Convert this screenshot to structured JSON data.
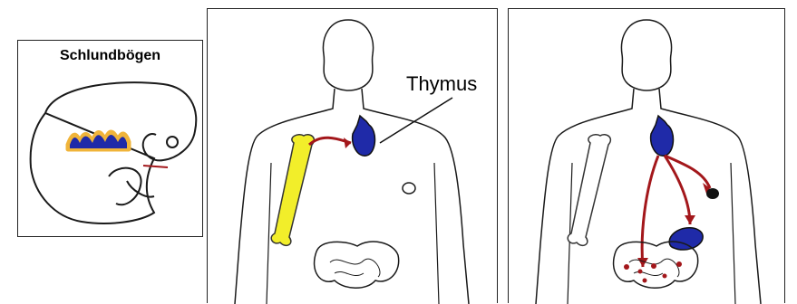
{
  "embryo_panel": {
    "title": "Schlundbögen"
  },
  "body_panel_1": {
    "label": "Thymus"
  },
  "colors": {
    "thymus_blue": "#1f2aa8",
    "bone_yellow": "#f2ee2a",
    "arch_outline_orange": "#f0b43a",
    "arrow_red": "#a3171b",
    "outline": "#1a1a1a"
  },
  "icons": [
    "embryo-outline",
    "human-body-outline",
    "arrow"
  ]
}
